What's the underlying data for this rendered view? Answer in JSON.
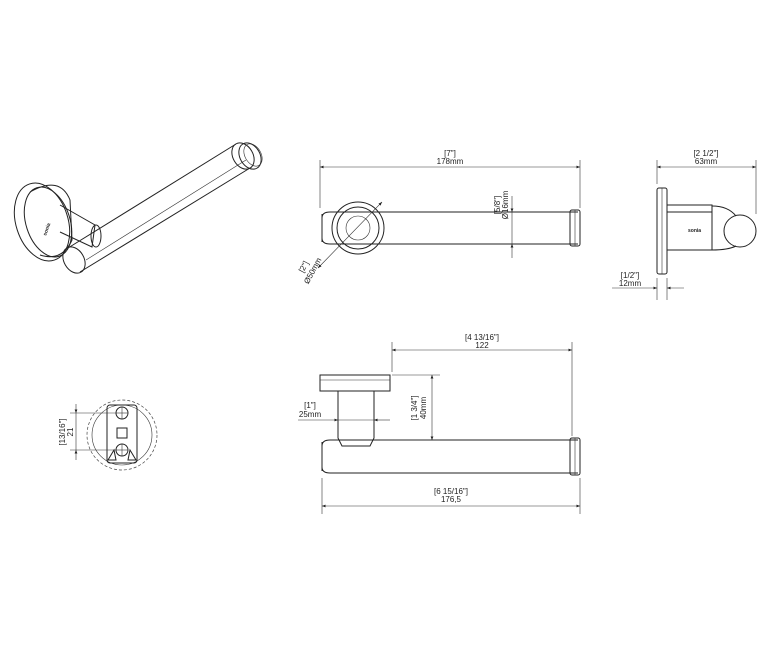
{
  "brand_label": "sonia",
  "dimensions": {
    "overall_length": {
      "inch": "[7\"]",
      "mm": "178mm"
    },
    "bar_diameter": {
      "inch": "[5/8\"]",
      "mm": "Ø16mm"
    },
    "rosette_diameter": {
      "inch": "[2\"]",
      "mm": "Ø50mm"
    },
    "projection": {
      "inch": "[2 1/2\"]",
      "mm": "63mm"
    },
    "rosette_thickness": {
      "inch": "[1/2\"]",
      "mm": "12mm"
    },
    "mount_center": {
      "inch": "[4 13/16\"]",
      "mm": "122"
    },
    "post_diameter": {
      "inch": "[1\"]",
      "mm": "25mm"
    },
    "post_height": {
      "inch": "[1 3/4\"]",
      "mm": "40mm"
    },
    "bar_length": {
      "inch": "[6 15/16\"]",
      "mm": "176,5"
    },
    "bracket_spacing": {
      "inch": "[13/16\"]",
      "mm": "21"
    }
  }
}
